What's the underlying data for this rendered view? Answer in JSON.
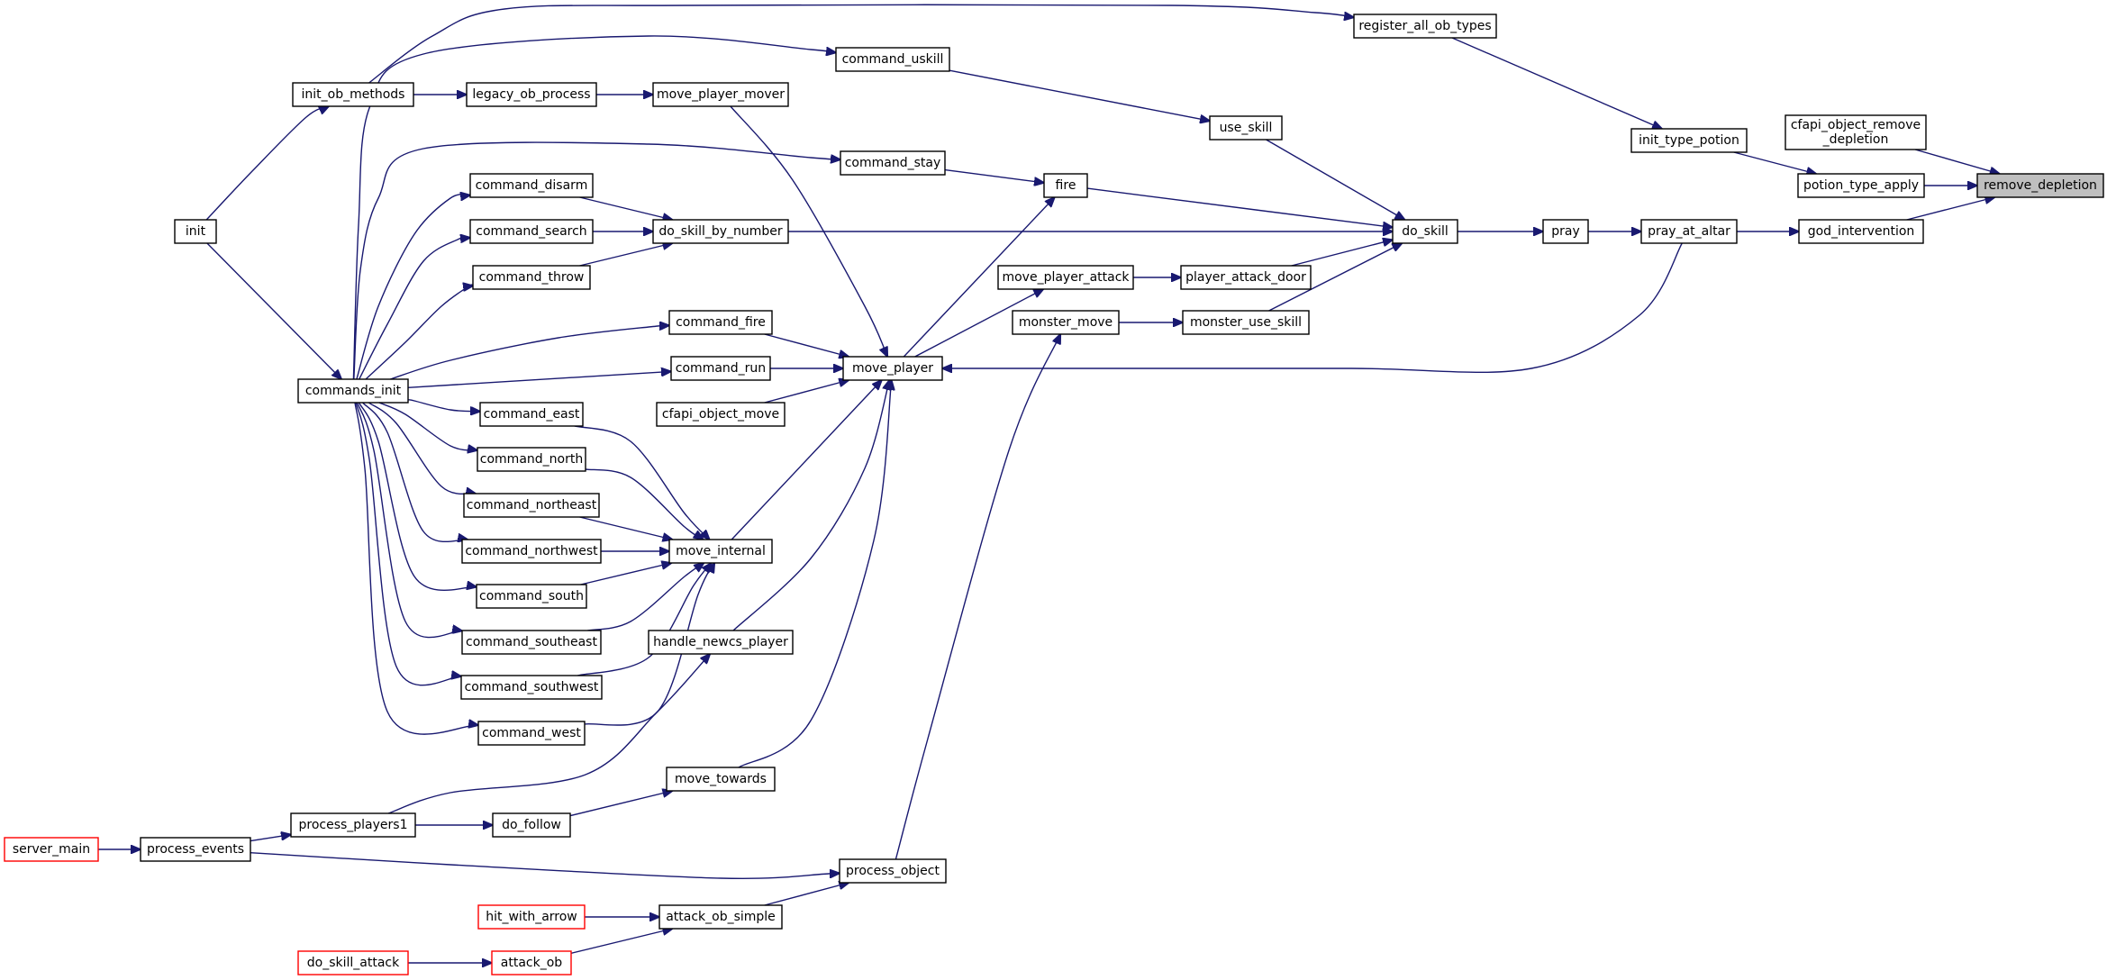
{
  "diagram": {
    "target_node": "remove_depletion",
    "nodes": [
      {
        "id": "remove_depletion",
        "label": "remove_depletion",
        "style": "highlight"
      },
      {
        "id": "cfapi_object_remove_depletion",
        "label": "cfapi_object_remove\n_depletion",
        "style": "normal"
      },
      {
        "id": "potion_type_apply",
        "label": "potion_type_apply",
        "style": "normal"
      },
      {
        "id": "god_intervention",
        "label": "god_intervention",
        "style": "normal"
      },
      {
        "id": "init_type_potion",
        "label": "init_type_potion",
        "style": "normal"
      },
      {
        "id": "register_all_ob_types",
        "label": "register_all_ob_types",
        "style": "normal"
      },
      {
        "id": "pray_at_altar",
        "label": "pray_at_altar",
        "style": "normal"
      },
      {
        "id": "pray",
        "label": "pray",
        "style": "normal"
      },
      {
        "id": "do_skill",
        "label": "do_skill",
        "style": "normal"
      },
      {
        "id": "use_skill",
        "label": "use_skill",
        "style": "normal"
      },
      {
        "id": "fire",
        "label": "fire",
        "style": "normal"
      },
      {
        "id": "command_uskill",
        "label": "command_uskill",
        "style": "normal"
      },
      {
        "id": "command_stay",
        "label": "command_stay",
        "style": "normal"
      },
      {
        "id": "do_skill_by_number",
        "label": "do_skill_by_number",
        "style": "normal"
      },
      {
        "id": "player_attack_door",
        "label": "player_attack_door",
        "style": "normal"
      },
      {
        "id": "move_player_attack",
        "label": "move_player_attack",
        "style": "normal"
      },
      {
        "id": "monster_use_skill",
        "label": "monster_use_skill",
        "style": "normal"
      },
      {
        "id": "monster_move",
        "label": "monster_move",
        "style": "normal"
      },
      {
        "id": "move_player",
        "label": "move_player",
        "style": "normal"
      },
      {
        "id": "move_player_mover",
        "label": "move_player_mover",
        "style": "normal"
      },
      {
        "id": "legacy_ob_process",
        "label": "legacy_ob_process",
        "style": "normal"
      },
      {
        "id": "init_ob_methods",
        "label": "init_ob_methods",
        "style": "normal"
      },
      {
        "id": "init",
        "label": "init",
        "style": "normal"
      },
      {
        "id": "commands_init",
        "label": "commands_init",
        "style": "normal"
      },
      {
        "id": "command_disarm",
        "label": "command_disarm",
        "style": "normal"
      },
      {
        "id": "command_search",
        "label": "command_search",
        "style": "normal"
      },
      {
        "id": "command_throw",
        "label": "command_throw",
        "style": "normal"
      },
      {
        "id": "command_fire",
        "label": "command_fire",
        "style": "normal"
      },
      {
        "id": "command_run",
        "label": "command_run",
        "style": "normal"
      },
      {
        "id": "cfapi_object_move",
        "label": "cfapi_object_move",
        "style": "normal"
      },
      {
        "id": "command_east",
        "label": "command_east",
        "style": "normal"
      },
      {
        "id": "command_north",
        "label": "command_north",
        "style": "normal"
      },
      {
        "id": "command_northeast",
        "label": "command_northeast",
        "style": "normal"
      },
      {
        "id": "command_northwest",
        "label": "command_northwest",
        "style": "normal"
      },
      {
        "id": "command_south",
        "label": "command_south",
        "style": "normal"
      },
      {
        "id": "command_southeast",
        "label": "command_southeast",
        "style": "normal"
      },
      {
        "id": "command_southwest",
        "label": "command_southwest",
        "style": "normal"
      },
      {
        "id": "command_west",
        "label": "command_west",
        "style": "normal"
      },
      {
        "id": "move_internal",
        "label": "move_internal",
        "style": "normal"
      },
      {
        "id": "handle_newcs_player",
        "label": "handle_newcs_player",
        "style": "normal"
      },
      {
        "id": "move_towards",
        "label": "move_towards",
        "style": "normal"
      },
      {
        "id": "do_follow",
        "label": "do_follow",
        "style": "normal"
      },
      {
        "id": "process_players1",
        "label": "process_players1",
        "style": "normal"
      },
      {
        "id": "process_events",
        "label": "process_events",
        "style": "normal"
      },
      {
        "id": "server_main",
        "label": "server_main",
        "style": "red"
      },
      {
        "id": "process_object",
        "label": "process_object",
        "style": "normal"
      },
      {
        "id": "attack_ob_simple",
        "label": "attack_ob_simple",
        "style": "normal"
      },
      {
        "id": "hit_with_arrow",
        "label": "hit_with_arrow",
        "style": "red"
      },
      {
        "id": "attack_ob",
        "label": "attack_ob",
        "style": "red"
      },
      {
        "id": "do_skill_attack",
        "label": "do_skill_attack",
        "style": "red"
      }
    ],
    "edges": [
      {
        "from": "cfapi_object_remove_depletion",
        "to": "remove_depletion"
      },
      {
        "from": "potion_type_apply",
        "to": "remove_depletion"
      },
      {
        "from": "god_intervention",
        "to": "remove_depletion"
      },
      {
        "from": "init_type_potion",
        "to": "potion_type_apply"
      },
      {
        "from": "register_all_ob_types",
        "to": "init_type_potion"
      },
      {
        "from": "init_ob_methods",
        "to": "register_all_ob_types"
      },
      {
        "from": "pray_at_altar",
        "to": "god_intervention"
      },
      {
        "from": "pray",
        "to": "pray_at_altar"
      },
      {
        "from": "do_skill",
        "to": "pray"
      },
      {
        "from": "use_skill",
        "to": "do_skill"
      },
      {
        "from": "fire",
        "to": "do_skill"
      },
      {
        "from": "do_skill_by_number",
        "to": "do_skill"
      },
      {
        "from": "player_attack_door",
        "to": "do_skill"
      },
      {
        "from": "monster_use_skill",
        "to": "do_skill"
      },
      {
        "from": "command_uskill",
        "to": "use_skill"
      },
      {
        "from": "command_stay",
        "to": "fire"
      },
      {
        "from": "move_player",
        "to": "fire"
      },
      {
        "from": "move_player_attack",
        "to": "player_attack_door"
      },
      {
        "from": "monster_move",
        "to": "monster_use_skill"
      },
      {
        "from": "move_player",
        "to": "move_player_attack"
      },
      {
        "from": "pray_at_altar",
        "to": "move_player"
      },
      {
        "from": "process_object",
        "to": "monster_move"
      },
      {
        "from": "commands_init",
        "to": "command_uskill"
      },
      {
        "from": "commands_init",
        "to": "command_stay"
      },
      {
        "from": "command_disarm",
        "to": "do_skill_by_number"
      },
      {
        "from": "command_search",
        "to": "do_skill_by_number"
      },
      {
        "from": "command_throw",
        "to": "do_skill_by_number"
      },
      {
        "from": "legacy_ob_process",
        "to": "move_player_mover"
      },
      {
        "from": "init_ob_methods",
        "to": "legacy_ob_process"
      },
      {
        "from": "init",
        "to": "init_ob_methods"
      },
      {
        "from": "init",
        "to": "commands_init"
      },
      {
        "from": "commands_init",
        "to": "command_disarm"
      },
      {
        "from": "commands_init",
        "to": "command_search"
      },
      {
        "from": "commands_init",
        "to": "command_throw"
      },
      {
        "from": "commands_init",
        "to": "command_fire"
      },
      {
        "from": "commands_init",
        "to": "command_run"
      },
      {
        "from": "commands_init",
        "to": "command_east"
      },
      {
        "from": "commands_init",
        "to": "command_north"
      },
      {
        "from": "commands_init",
        "to": "command_northeast"
      },
      {
        "from": "commands_init",
        "to": "command_northwest"
      },
      {
        "from": "commands_init",
        "to": "command_south"
      },
      {
        "from": "commands_init",
        "to": "command_southeast"
      },
      {
        "from": "commands_init",
        "to": "command_southwest"
      },
      {
        "from": "commands_init",
        "to": "command_west"
      },
      {
        "from": "move_player_mover",
        "to": "move_player"
      },
      {
        "from": "command_fire",
        "to": "move_player"
      },
      {
        "from": "command_run",
        "to": "move_player"
      },
      {
        "from": "cfapi_object_move",
        "to": "move_player"
      },
      {
        "from": "move_internal",
        "to": "move_player"
      },
      {
        "from": "handle_newcs_player",
        "to": "move_player"
      },
      {
        "from": "move_towards",
        "to": "move_player"
      },
      {
        "from": "command_east",
        "to": "move_internal"
      },
      {
        "from": "command_north",
        "to": "move_internal"
      },
      {
        "from": "command_northeast",
        "to": "move_internal"
      },
      {
        "from": "command_northwest",
        "to": "move_internal"
      },
      {
        "from": "command_south",
        "to": "move_internal"
      },
      {
        "from": "command_southeast",
        "to": "move_internal"
      },
      {
        "from": "command_southwest",
        "to": "move_internal"
      },
      {
        "from": "command_west",
        "to": "move_internal"
      },
      {
        "from": "process_players1",
        "to": "handle_newcs_player"
      },
      {
        "from": "do_follow",
        "to": "move_towards"
      },
      {
        "from": "process_players1",
        "to": "do_follow"
      },
      {
        "from": "process_events",
        "to": "process_players1"
      },
      {
        "from": "server_main",
        "to": "process_events"
      },
      {
        "from": "process_events",
        "to": "process_object"
      },
      {
        "from": "attack_ob_simple",
        "to": "process_object"
      },
      {
        "from": "hit_with_arrow",
        "to": "attack_ob_simple"
      },
      {
        "from": "attack_ob",
        "to": "attack_ob_simple"
      },
      {
        "from": "do_skill_attack",
        "to": "attack_ob"
      }
    ]
  }
}
